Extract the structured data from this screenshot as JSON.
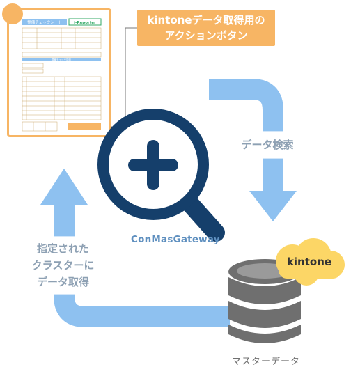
{
  "callout": {
    "line1": "kintoneデータ取得用の",
    "line2": "アクションボタン"
  },
  "labels": {
    "search": "データ検索",
    "cluster_line1": "指定された",
    "cluster_line2": "クラスターに",
    "cluster_line3": "データ取得"
  },
  "gateway": "ConMasGateway",
  "kintone": "kintone",
  "master_data": "マスターデータ",
  "sheet": {
    "title": "整備チェックシート",
    "brand": "i-Reporter",
    "section": "整備チェック項目"
  },
  "colors": {
    "arrow": "#8ec1f0",
    "magnifier": "#153f6b",
    "orange": "#f7b564",
    "cloud": "#fcd666",
    "db": "#6f6f6f"
  }
}
